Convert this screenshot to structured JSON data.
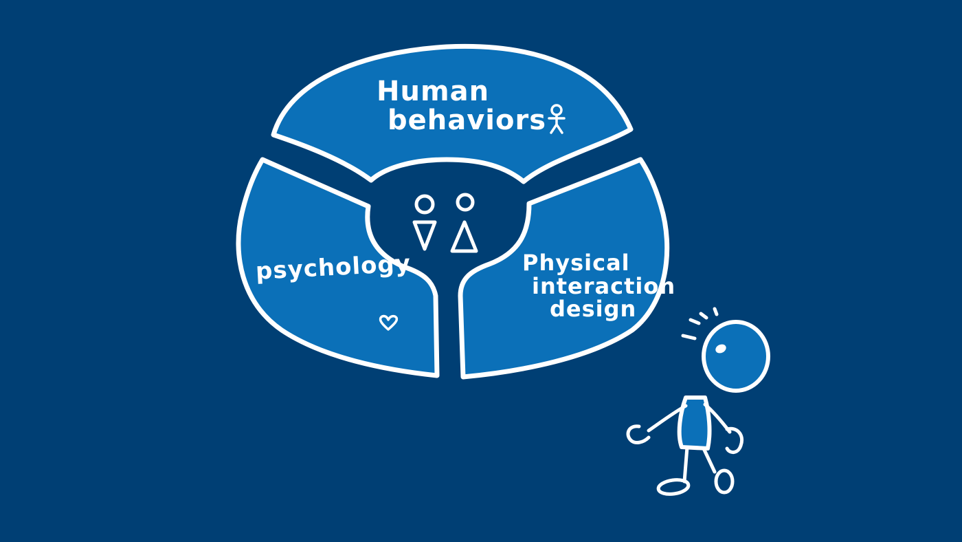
{
  "diagram": {
    "segments": {
      "top": {
        "label_line1": "Human",
        "label_line2": "behaviors",
        "icon": "stick-figure-icon"
      },
      "left": {
        "label": "psychology",
        "icon": "heart-icon"
      },
      "right": {
        "label_line1": "Physical",
        "label_line2": "interaction",
        "label_line3": "design"
      },
      "center": {
        "icons": [
          "man-symbol-icon",
          "woman-symbol-icon"
        ]
      }
    },
    "character": {
      "icon": "thinking-person-icon"
    }
  },
  "colors": {
    "background": "#003f74",
    "segment_fill": "#0b70b8",
    "stroke": "#ffffff"
  }
}
